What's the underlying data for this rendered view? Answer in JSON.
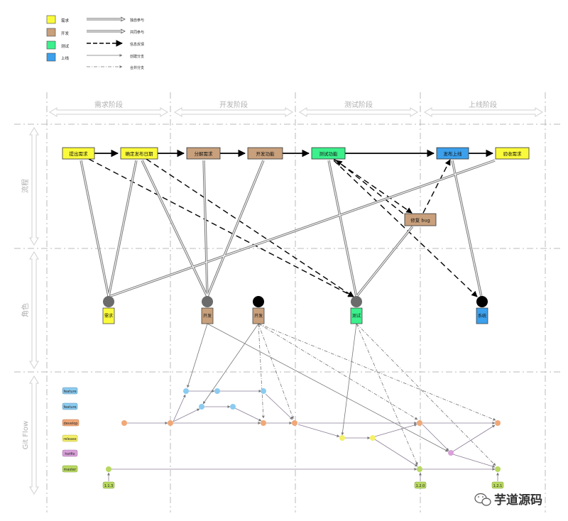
{
  "legend": [
    {
      "label": "需求",
      "color": "#fafa3c",
      "line_label": "独自参与",
      "line_style": "double"
    },
    {
      "label": "开发",
      "color": "#c8a07c",
      "line_label": "共同参与",
      "line_style": "double"
    },
    {
      "label": "测试",
      "color": "#3cf08c",
      "line_label": "信息反馈",
      "line_style": "dashed-bold"
    },
    {
      "label": "上线",
      "color": "#3ca0ec",
      "line_label": "创建分支",
      "line_style": "solid"
    },
    {
      "label": "",
      "color": "",
      "line_label": "合并分支",
      "line_style": "dash-dot"
    }
  ],
  "phases": [
    "需求阶段",
    "开发阶段",
    "测试阶段",
    "上线阶段"
  ],
  "row_labels": {
    "process": "流程",
    "roles": "角色",
    "gitflow": "Git Flow"
  },
  "process_nodes": [
    {
      "id": "req",
      "label": "提出需求",
      "color": "#fafa3c"
    },
    {
      "id": "date",
      "label": "确定发布日期",
      "color": "#fafa3c"
    },
    {
      "id": "split",
      "label": "分解需求",
      "color": "#c8a07c"
    },
    {
      "id": "dev",
      "label": "开发功能",
      "color": "#c8a07c"
    },
    {
      "id": "test",
      "label": "测试功能",
      "color": "#3cf08c"
    },
    {
      "id": "release",
      "label": "发布上线",
      "color": "#3ca0ec"
    },
    {
      "id": "accept",
      "label": "验收需求",
      "color": "#fafa3c"
    },
    {
      "id": "fix",
      "label": "修复 bug",
      "color": "#c8a07c"
    }
  ],
  "roles": [
    {
      "id": "r_req",
      "label": "需求",
      "color": "#fafa3c",
      "head": "#6b6b6b"
    },
    {
      "id": "r_dev1",
      "label": "开发",
      "color": "#c8a07c",
      "head": "#6b6b6b"
    },
    {
      "id": "r_dev2",
      "label": "开发",
      "color": "#c8a07c",
      "head": "#000000"
    },
    {
      "id": "r_test",
      "label": "测试",
      "color": "#3cf08c",
      "head": "#6b6b6b"
    },
    {
      "id": "r_sys",
      "label": "系统",
      "color": "#3ca0ec",
      "head": "#000000"
    }
  ],
  "branches": [
    {
      "label": "feature",
      "color": "#8ccbf0"
    },
    {
      "label": "feature",
      "color": "#8ccbf0"
    },
    {
      "label": "develop",
      "color": "#f0a878"
    },
    {
      "label": "release",
      "color": "#f4f06a"
    },
    {
      "label": "hotfix",
      "color": "#d8a0d8"
    },
    {
      "label": "master",
      "color": "#b8d860"
    }
  ],
  "tags": [
    "1.1.3",
    "1.2.0",
    "1.2.1"
  ],
  "watermark": "芋道源码"
}
